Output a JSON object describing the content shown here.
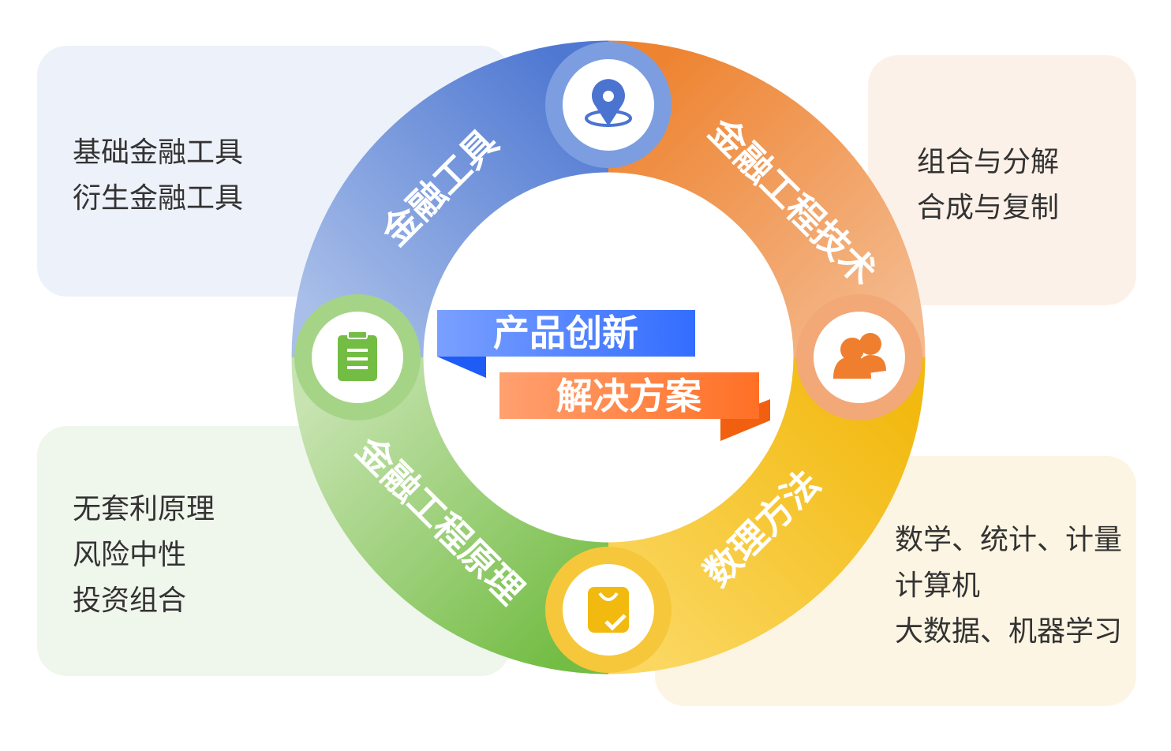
{
  "center": {
    "line1": "产品创新",
    "line2": "解决方案"
  },
  "segments": [
    {
      "label": "金融工具",
      "color": "#5b84d6",
      "icon": "location-pin-icon"
    },
    {
      "label": "金融工程技术",
      "color": "#f08a3c",
      "icon": "users-icon"
    },
    {
      "label": "数理方法",
      "color": "#f5bf1a",
      "icon": "shopping-bag-check-icon"
    },
    {
      "label": "金融工程原理",
      "color": "#7cc04e",
      "icon": "clipboard-icon"
    }
  ],
  "panels": {
    "top_left": [
      "基础金融工具",
      "衍生金融工具"
    ],
    "top_right": [
      "组合与分解",
      "合成与复制"
    ],
    "bottom_left": [
      "无套利原理",
      "风险中性",
      "投资组合"
    ],
    "bottom_right": [
      "数学、统计、计量",
      "计算机",
      "大数据、机器学习"
    ]
  }
}
